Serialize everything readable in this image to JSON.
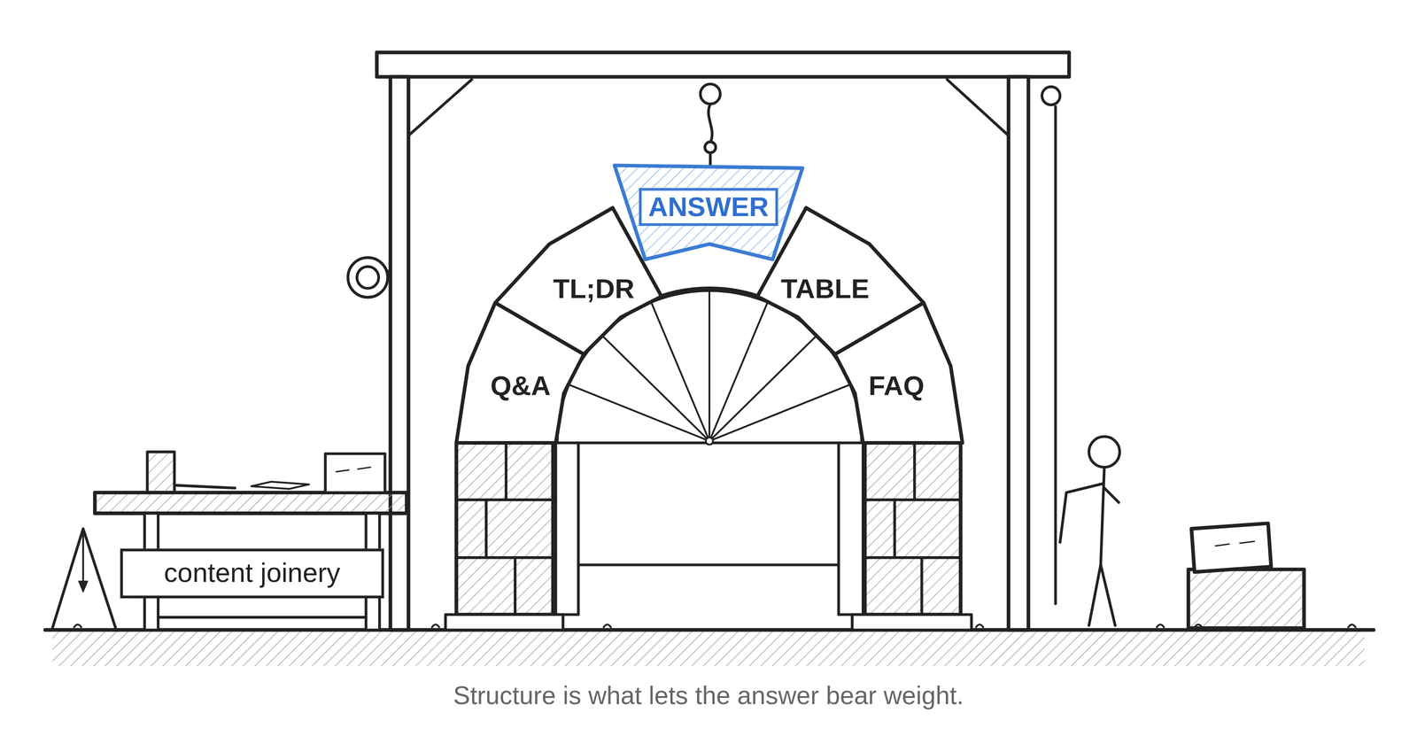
{
  "diagram": {
    "caption": "Structure is what lets the answer bear weight.",
    "nodes": [
      {
        "text": [
          "ANSWER"
        ]
      },
      {
        "text": [
          "TL;DR"
        ]
      },
      {
        "text": [
          "TABLE"
        ]
      },
      {
        "text": [
          "Q&A"
        ]
      },
      {
        "text": [
          "FAQ"
        ]
      },
      {
        "text": [
          "content joinery"
        ]
      }
    ]
  }
}
